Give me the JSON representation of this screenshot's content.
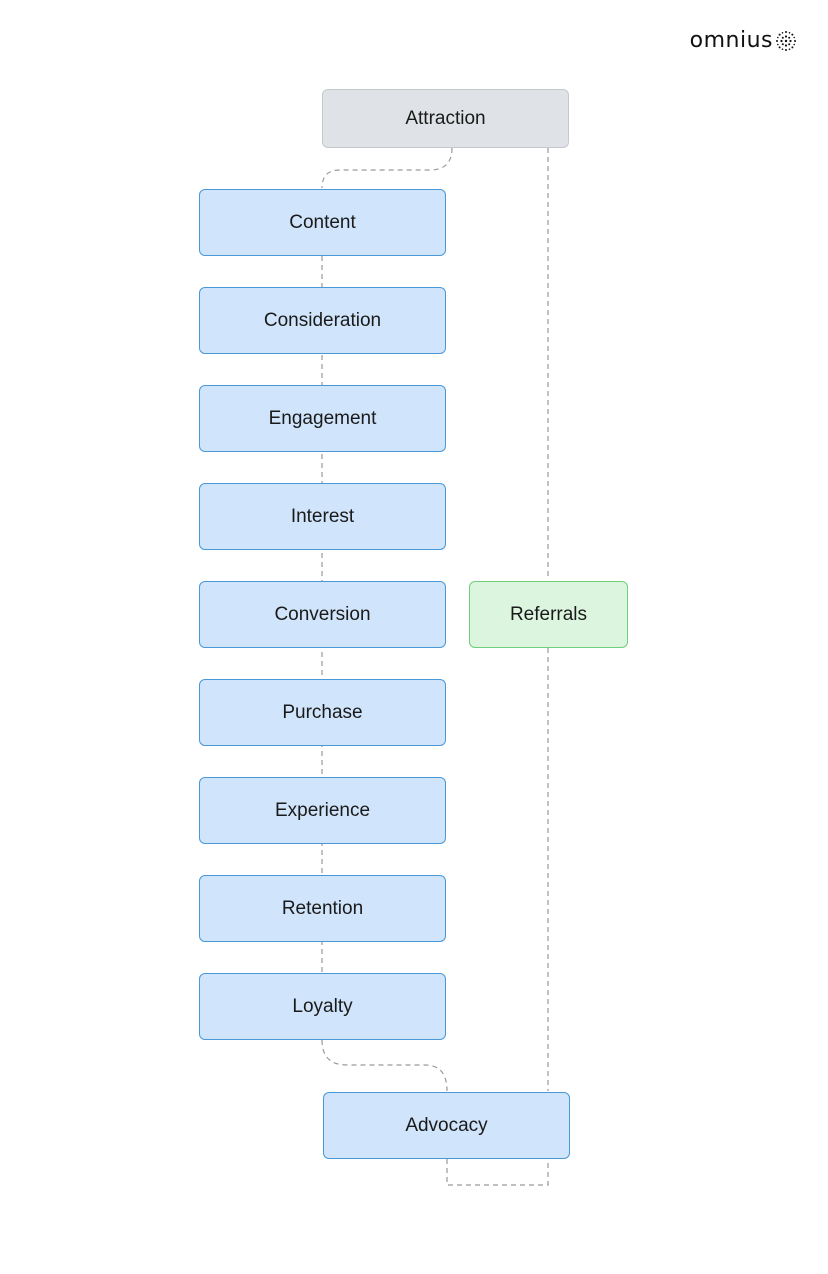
{
  "brand": {
    "name": "omnius",
    "mark_icon": "dotted-circle-logo-icon"
  },
  "colors": {
    "stage_fill": "#d0e5fb",
    "stage_border": "#4a98d6",
    "start_fill": "#dfe2e7",
    "referral_fill": "#dcf5de",
    "referral_border": "#6fcf7c",
    "connector": "#9a9a9a"
  },
  "diagram": {
    "start": "Attraction",
    "stages": [
      "Content",
      "Consideration",
      "Engagement",
      "Interest",
      "Conversion",
      "Purchase",
      "Experience",
      "Retention",
      "Loyalty"
    ],
    "referral": "Referrals",
    "end": "Advocacy"
  }
}
